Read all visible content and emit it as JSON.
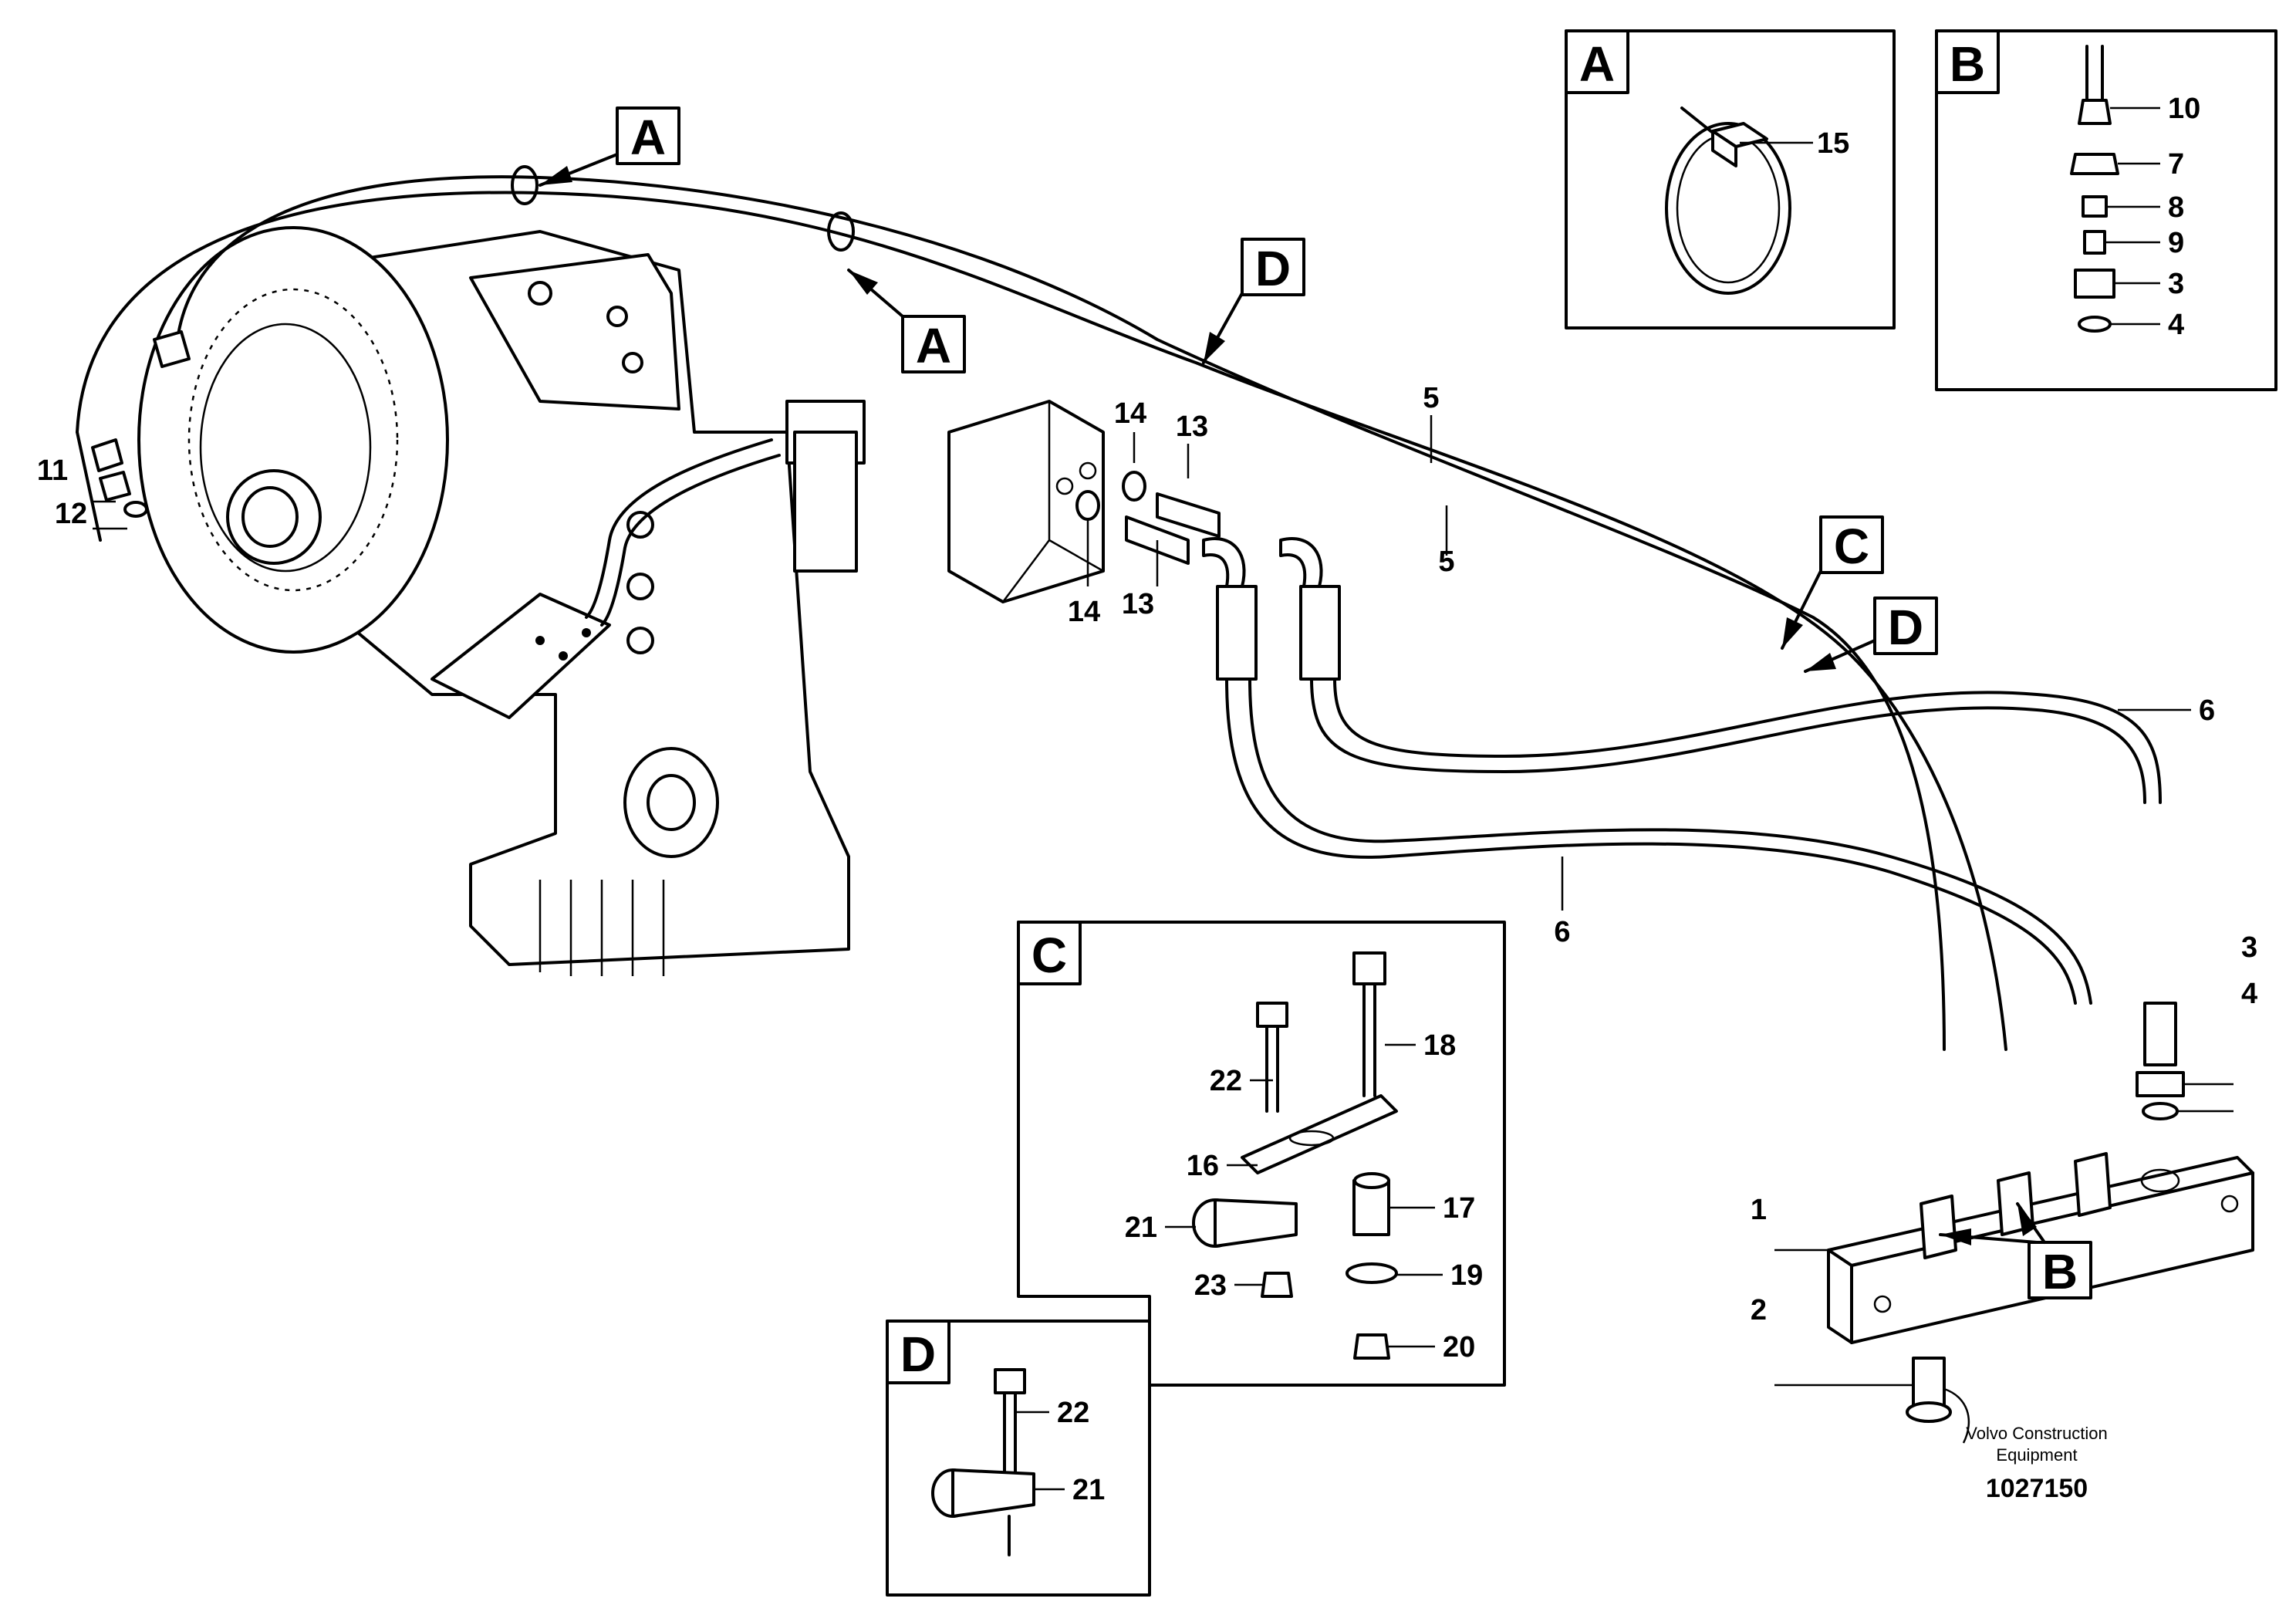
{
  "callout_letters": {
    "a": "A",
    "b": "B",
    "c": "C",
    "d": "D"
  },
  "part_numbers": {
    "p1": "1",
    "p2": "2",
    "p3": "3",
    "p4": "4",
    "p5": "5",
    "p6": "6",
    "p7": "7",
    "p8": "8",
    "p9": "9",
    "p10": "10",
    "p11": "11",
    "p12": "12",
    "p13": "13",
    "p14": "14",
    "p15": "15",
    "p16": "16",
    "p17": "17",
    "p18": "18",
    "p19": "19",
    "p20": "20",
    "p21": "21",
    "p22": "22",
    "p23": "23"
  },
  "footer": {
    "company_line1": "Volvo Construction",
    "company_line2": "Equipment",
    "drawing_number": "1027150"
  }
}
